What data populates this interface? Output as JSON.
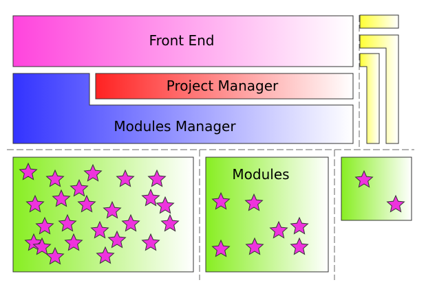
{
  "labels": {
    "front_end": "Front End",
    "project_manager": "Project Manager",
    "modules_manager": "Modules Manager",
    "modules": "Modules"
  },
  "colors": {
    "front_end_gradient": [
      "#ff44dd",
      "#ffffff"
    ],
    "project_manager_gradient": [
      "#ff2222",
      "#ffffff"
    ],
    "modules_manager_gradient": [
      "#3333ff",
      "#ffffff"
    ],
    "module_box_gradient": [
      "#88ee22",
      "#ffffff"
    ],
    "side_bars_gradient": [
      "#ffff33",
      "#ffffff"
    ],
    "star_fill": "#ee33dd",
    "outline": "#333333",
    "divider": "#666666"
  },
  "stars": {
    "left_box_count": 24,
    "middle_box_count": 7,
    "right_box_count": 2
  }
}
